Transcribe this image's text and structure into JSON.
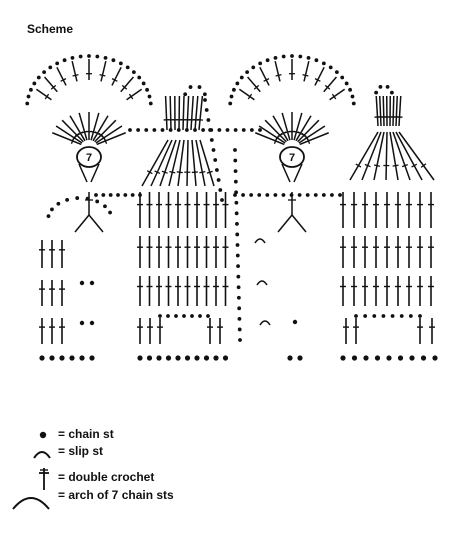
{
  "title": "Scheme",
  "ring_label": "7",
  "legend": [
    {
      "symbol": "chain",
      "label": "= chain st"
    },
    {
      "symbol": "slip",
      "label": "= slip st"
    },
    {
      "symbol": "dc",
      "label": "= double crochet"
    },
    {
      "symbol": "arch",
      "label": "= arch of 7 chain sts"
    }
  ],
  "colors": {
    "ink": "#111111",
    "background": "#ffffff"
  }
}
